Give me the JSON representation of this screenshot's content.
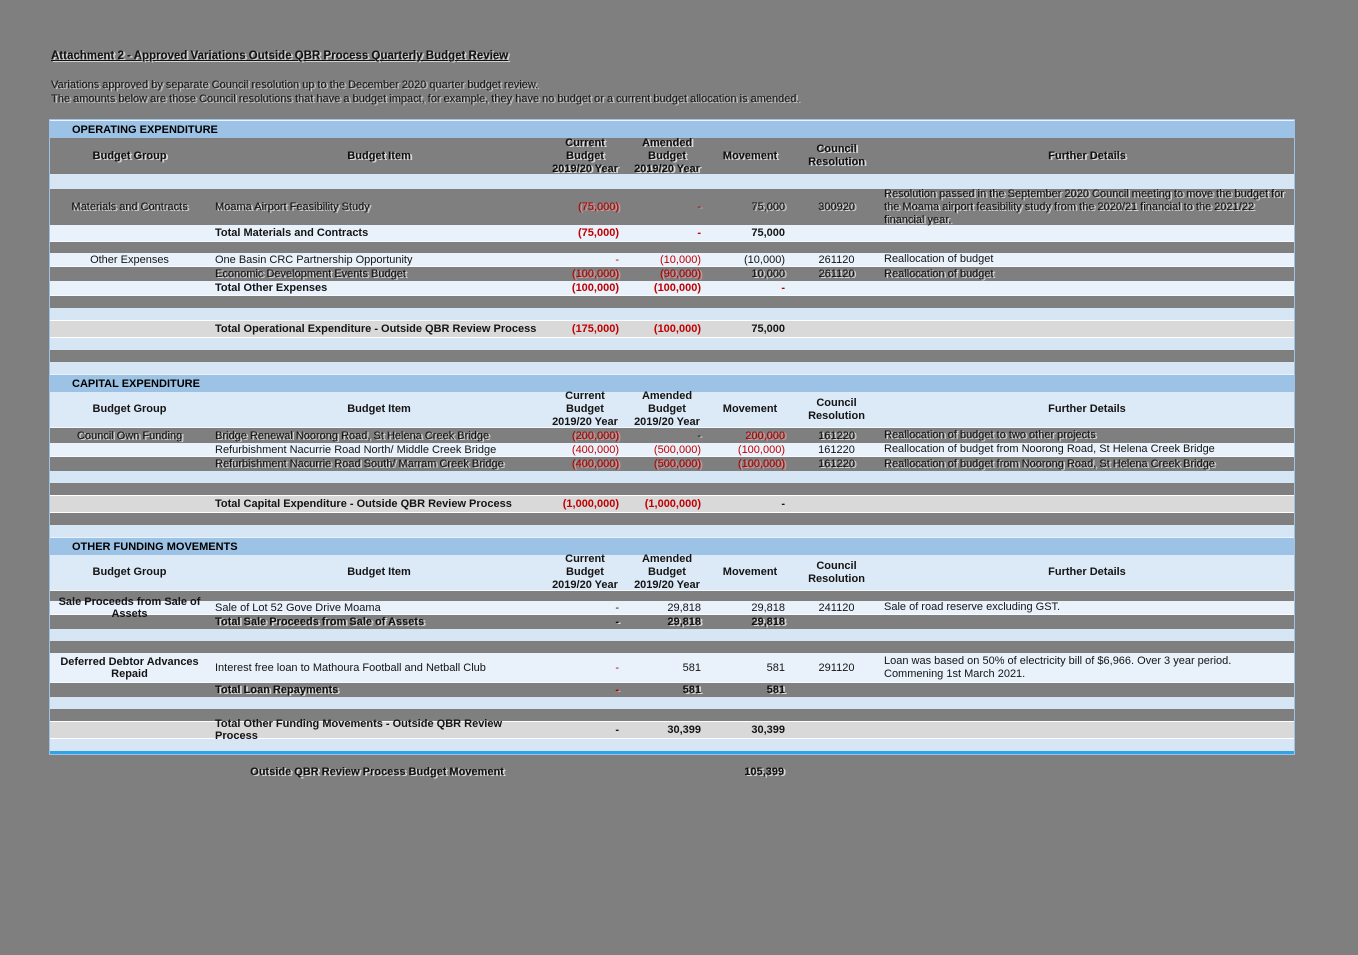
{
  "page": {
    "title": "Attachment 2 - Approved Variations Outside QBR Process Quarterly Budget Review",
    "intro_line1": "Variations approved by separate Council resolution up to the December 2020 quarter budget review.",
    "intro_line2": "The amounts below are those Council resolutions that have a budget impact, for example, they have no budget or a current budget allocation is amended."
  },
  "colors": {
    "page_bg": "#7f7f7f",
    "section_band": "#9cc3e5",
    "column_header_bg": "#dce9f6",
    "row_light": "#e9f1fa",
    "grand_total_bg": "#d9d9d9",
    "negative_red": "#c00000",
    "bottom_line_blue": "#2fa3e8"
  },
  "table": {
    "columns": [
      {
        "key": "group",
        "label": "Budget Group"
      },
      {
        "key": "item",
        "label": "Budget Item"
      },
      {
        "key": "current",
        "label": "Current Budget\n2019/20 Year"
      },
      {
        "key": "amended",
        "label": "Amended Budget\n2019/20 Year"
      },
      {
        "key": "movement",
        "label": "Movement"
      },
      {
        "key": "resolution",
        "label": "Council\nResolution"
      },
      {
        "key": "details",
        "label": "Further Details"
      }
    ],
    "sections": [
      {
        "title": "OPERATING EXPENDITURE",
        "header_ghost": true,
        "rows": [
          {
            "type": "spacer",
            "bg": "light",
            "h": 15
          },
          {
            "type": "data",
            "ghost": true,
            "h": 36,
            "group": "Materials and Contracts",
            "item": "Moama Airport Feasibility Study",
            "current": "(75,000)",
            "amended": "-",
            "movement": "75,000",
            "resolution": "300920",
            "details": "Resolution passed in the September 2020 Council meeting to move the budget for the Moama airport feasibility study from the 2020/21 financial to the 2021/22 financial year.",
            "red": [
              "current",
              "amended"
            ]
          },
          {
            "type": "total",
            "h": 17,
            "item": "Total Materials and Contracts",
            "current": "(75,000)",
            "amended": "-",
            "movement": "75,000",
            "red": [
              "current",
              "amended"
            ]
          },
          {
            "type": "spacer",
            "bg": "gray",
            "h": 11
          },
          {
            "type": "data",
            "h": 14,
            "group": "Other Expenses",
            "item": "One Basin CRC Partnership Opportunity",
            "current": "-",
            "amended": "(10,000)",
            "movement": "(10,000)",
            "resolution": "261120",
            "details": "Reallocation of budget",
            "red": [
              "current",
              "amended"
            ]
          },
          {
            "type": "data",
            "ghost": true,
            "h": 14,
            "group": "",
            "item": "Economic Development Events Budget",
            "current": "(100,000)",
            "amended": "(90,000)",
            "movement": "10,000",
            "resolution": "261120",
            "details": "Reallocation of budget",
            "red": [
              "current",
              "amended"
            ]
          },
          {
            "type": "total",
            "h": 15,
            "item": "Total Other Expenses",
            "current": "(100,000)",
            "amended": "(100,000)",
            "movement": "-",
            "red": [
              "current",
              "amended",
              "movement"
            ]
          },
          {
            "type": "spacer",
            "bg": "gray",
            "h": 12
          },
          {
            "type": "spacer",
            "bg": "light",
            "h": 12
          },
          {
            "type": "grand",
            "h": 18,
            "item": "Total Operational Expenditure - Outside QBR Review Process",
            "current": "(175,000)",
            "amended": "(100,000)",
            "movement": "75,000",
            "red": [
              "current",
              "amended"
            ]
          },
          {
            "type": "spacer",
            "bg": "light",
            "h": 12
          },
          {
            "type": "spacer",
            "bg": "gray",
            "h": 12
          },
          {
            "type": "spacer",
            "bg": "light",
            "h": 12
          }
        ]
      },
      {
        "title": "CAPITAL EXPENDITURE",
        "header_ghost": false,
        "rows": [
          {
            "type": "data",
            "ghost": true,
            "h": 15,
            "group": "Council Own Funding",
            "item": "Bridge Renewal Noorong Road, St Helena Creek Bridge",
            "current": "(200,000)",
            "amended": "-",
            "movement": "200,000",
            "resolution": "161220",
            "details": "Reallocation of budget to two other projects",
            "red": [
              "current",
              "movement"
            ]
          },
          {
            "type": "data",
            "h": 14,
            "group": "",
            "item": "Refurbishment Nacurrie Road North/ Middle Creek Bridge",
            "current": "(400,000)",
            "amended": "(500,000)",
            "movement": "(100,000)",
            "resolution": "161220",
            "details": "Reallocation of budget from Noorong Road, St Helena Creek Bridge",
            "red": [
              "current",
              "amended",
              "movement"
            ]
          },
          {
            "type": "data",
            "ghost": true,
            "h": 14,
            "group": "",
            "item": "Refurbishment Nacurrie Road South/ Marram Creek Bridge",
            "current": "(400,000)",
            "amended": "(500,000)",
            "movement": "(100,000)",
            "resolution": "161220",
            "details": "Reallocation of budget from Noorong Road, St Helena Creek Bridge",
            "red": [
              "current",
              "amended",
              "movement"
            ]
          },
          {
            "type": "spacer",
            "bg": "light",
            "h": 12
          },
          {
            "type": "spacer",
            "bg": "gray",
            "h": 12
          },
          {
            "type": "grand",
            "h": 18,
            "item": "Total Capital Expenditure - Outside QBR Review Process",
            "current": "(1,000,000)",
            "amended": "(1,000,000)",
            "movement": "-",
            "red": [
              "current",
              "amended"
            ]
          },
          {
            "type": "spacer",
            "bg": "gray",
            "h": 12
          },
          {
            "type": "spacer",
            "bg": "light",
            "h": 12
          }
        ]
      },
      {
        "title": "OTHER FUNDING MOVEMENTS",
        "header_ghost": false,
        "rows": [
          {
            "type": "spacer",
            "bg": "gray",
            "h": 10
          },
          {
            "type": "data",
            "h": 14,
            "group": "Sale Proceeds from Sale of Assets",
            "group_bold": true,
            "item": "Sale of Lot 52 Gove Drive Moama",
            "current": "-",
            "amended": "29,818",
            "movement": "29,818",
            "resolution": "241120",
            "details": "Sale of road reserve excluding GST."
          },
          {
            "type": "total",
            "ghost": true,
            "h": 14,
            "item": "Total Sale Proceeds from Sale of Assets",
            "current": "-",
            "amended": "29,818",
            "movement": "29,818"
          },
          {
            "type": "spacer",
            "bg": "light",
            "h": 12
          },
          {
            "type": "spacer",
            "bg": "gray",
            "h": 12
          },
          {
            "type": "data",
            "h": 30,
            "group": "Deferred Debtor Advances Repaid",
            "group_bold": true,
            "item": "Interest free loan to Mathoura Football and Netball Club",
            "current": "-",
            "amended": "581",
            "movement": "581",
            "resolution": "291120",
            "details": "Loan was based on 50% of electricity bill of $6,966. Over 3 year period. Commening 1st March 2021.",
            "red": [
              "current"
            ]
          },
          {
            "type": "total",
            "ghost": true,
            "h": 14,
            "item": "Total Loan Repayments",
            "current": "-",
            "amended": "581",
            "movement": "581",
            "red": [
              "current"
            ]
          },
          {
            "type": "spacer",
            "bg": "light",
            "h": 12
          },
          {
            "type": "spacer",
            "bg": "gray",
            "h": 12
          },
          {
            "type": "grand",
            "h": 18,
            "item": "Total Other Funding Movements - Outside QBR Review Process",
            "current": "-",
            "amended": "30,399",
            "movement": "30,399"
          },
          {
            "type": "spacer",
            "bg": "light",
            "h": 12
          }
        ]
      }
    ]
  },
  "footer": {
    "label": "Outside QBR Review Process Budget Movement",
    "value": "105,399"
  }
}
